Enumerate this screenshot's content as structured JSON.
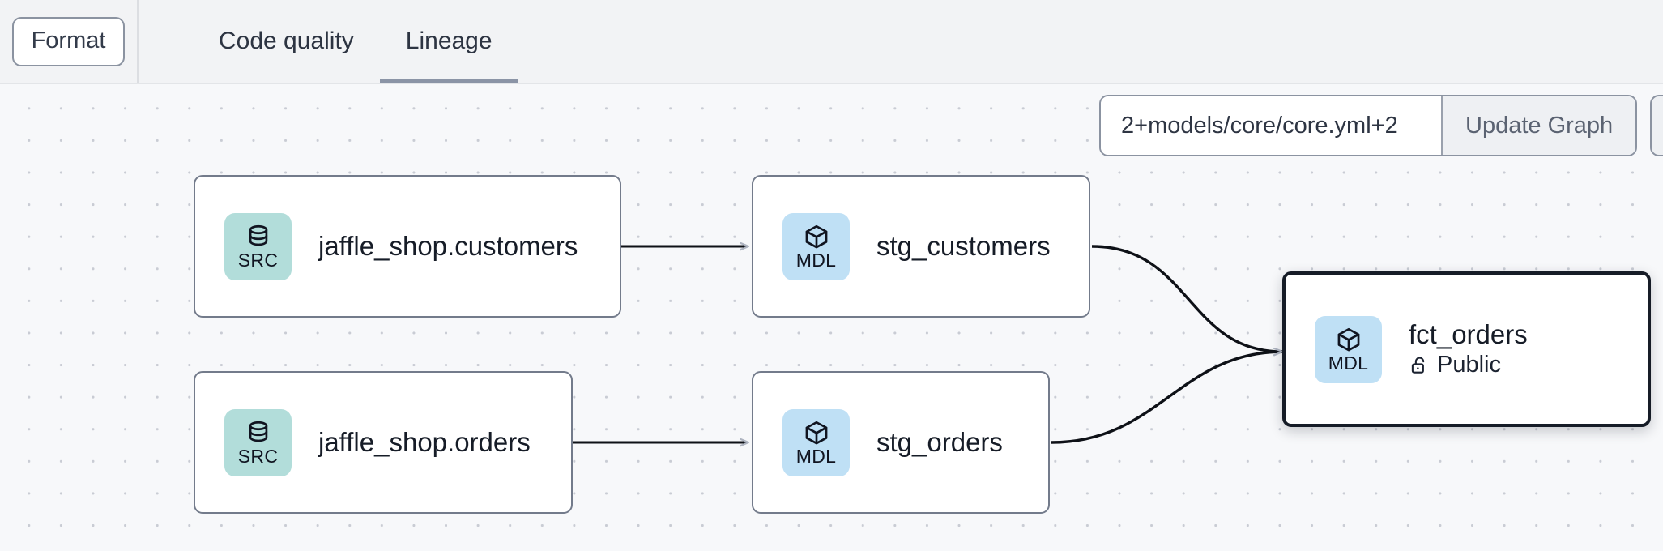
{
  "toolbar": {
    "format_button_label": "Format",
    "tabs": [
      {
        "label": "Code quality",
        "active": false
      },
      {
        "label": "Lineage",
        "active": true
      }
    ]
  },
  "graph_controls": {
    "selector_value": "2+models/core/core.yml+2",
    "selector_placeholder": "2+models/core/core.yml+2",
    "update_graph_label": "Update Graph"
  },
  "lineage": {
    "nodes": [
      {
        "id": "jaffle_shop_customers",
        "badge_kind": "src",
        "badge_label": "SRC",
        "badge_icon": "database-icon",
        "title": "jaffle_shop.customers",
        "subtitle": "",
        "selected": false
      },
      {
        "id": "stg_customers",
        "badge_kind": "mdl",
        "badge_label": "MDL",
        "badge_icon": "cube-icon",
        "title": "stg_customers",
        "subtitle": "",
        "selected": false
      },
      {
        "id": "jaffle_shop_orders",
        "badge_kind": "src",
        "badge_label": "SRC",
        "badge_icon": "database-icon",
        "title": "jaffle_shop.orders",
        "subtitle": "",
        "selected": false
      },
      {
        "id": "stg_orders",
        "badge_kind": "mdl",
        "badge_label": "MDL",
        "badge_icon": "cube-icon",
        "title": "stg_orders",
        "subtitle": "",
        "selected": false
      },
      {
        "id": "fct_orders",
        "badge_kind": "mdl",
        "badge_label": "MDL",
        "badge_icon": "cube-icon",
        "title": "fct_orders",
        "subtitle": "Public",
        "subtitle_icon": "unlock-icon",
        "selected": true
      }
    ],
    "edges": [
      {
        "from": "jaffle_shop_customers",
        "to": "stg_customers",
        "shape": "straight"
      },
      {
        "from": "jaffle_shop_orders",
        "to": "stg_orders",
        "shape": "straight"
      },
      {
        "from": "stg_customers",
        "to": "fct_orders",
        "shape": "curve"
      },
      {
        "from": "stg_orders",
        "to": "fct_orders",
        "shape": "curve"
      }
    ]
  },
  "colors": {
    "src_badge_bg": "#b2ddda",
    "mdl_badge_bg": "#bfe0f5",
    "canvas_bg": "#f7f8fa",
    "toolbar_bg": "#f2f3f5",
    "node_border": "#737b8b",
    "selected_node_border": "#161c27",
    "tab_underline": "#8b94a6",
    "edge_stroke": "#0e1117"
  }
}
